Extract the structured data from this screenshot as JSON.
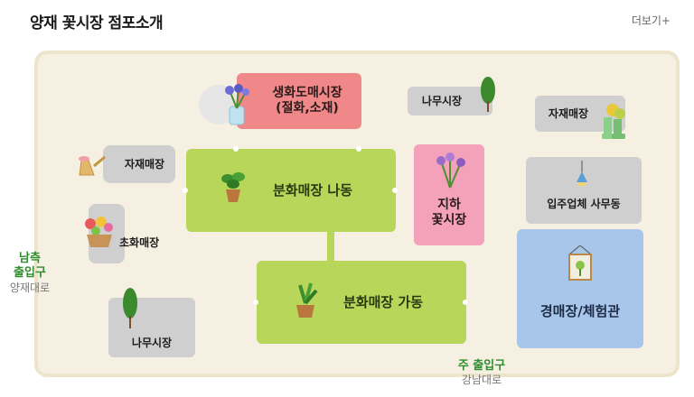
{
  "header": {
    "title": "양재 꽃시장 점포소개",
    "more": "더보기+"
  },
  "map": {
    "stores": {
      "flower_wholesale": "생화도매시장\n(절화,소재)",
      "tree_market_top": "나무시장",
      "supplies_top_right": "자재매장",
      "supplies_left": "자재매장",
      "bunhwa_na": "분화매장 나동",
      "underground": "지하\n꽃시장",
      "tenant_office": "입주업체 사무동",
      "chohwa": "초화매장",
      "bunhwa_ga": "분화매장 가동",
      "auction": "경매장/체험관",
      "tree_market_bottom": "나무시장"
    },
    "entrances": {
      "south_main": "남측\n출입구",
      "south_sub": "양재대로",
      "main_main": "주 출입구",
      "main_sub": "강남대로"
    }
  },
  "colors": {
    "pink": "#f0888a",
    "pink_light": "#f4a2bb",
    "green": "#b8d65a",
    "gray": "#cfcfcf",
    "blue": "#a8c6ea",
    "entrance_green": "#2f8c2f",
    "map_bg": "#f5f0e2"
  }
}
